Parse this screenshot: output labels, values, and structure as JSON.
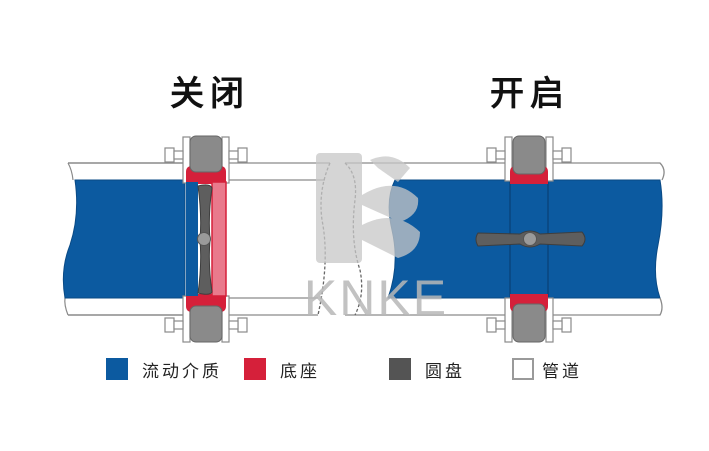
{
  "titles": {
    "closed": "关闭",
    "open": "开启"
  },
  "watermark": {
    "text": "KNKE"
  },
  "legend": [
    {
      "label": "流动介质",
      "color": "#0c5aa0",
      "icon": "blue-square"
    },
    {
      "label": "底座",
      "color": "#d5203a",
      "icon": "red-square"
    },
    {
      "label": "圆盘",
      "color": "#545454",
      "icon": "dark-gray-square"
    },
    {
      "label": "管道",
      "color": "#ffffff",
      "icon": "white-square"
    }
  ],
  "colors": {
    "medium": "#0c5aa0",
    "seat": "#d5203a",
    "seat_light": "#e97a8c",
    "disc": "#5e5e5e",
    "bolt": "#8a8a8a",
    "pipe_outline": "#7a7a7a",
    "watermark": "#c8c8c8"
  }
}
